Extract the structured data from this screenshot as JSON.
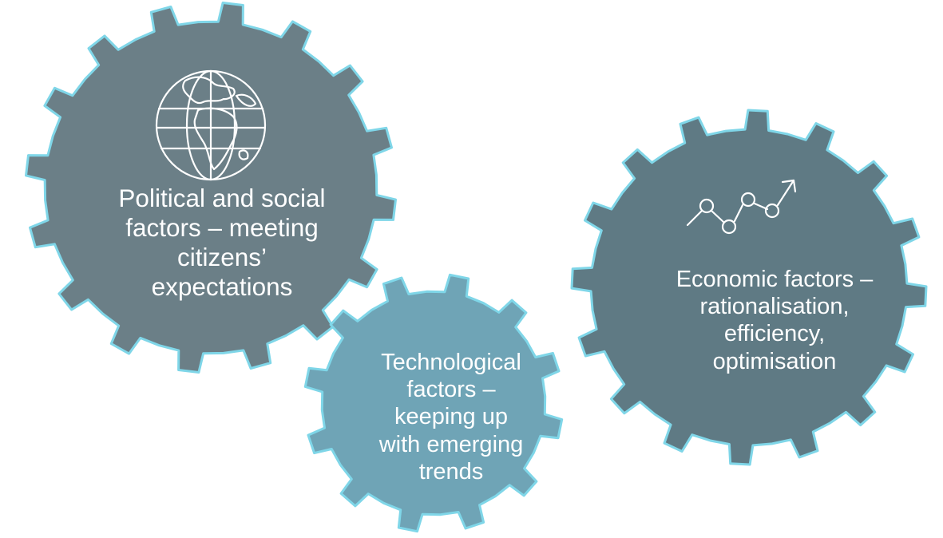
{
  "colors": {
    "gear_dark": "#6b7f87",
    "gear_mid": "#5f7a84",
    "gear_light": "#6fa4b6",
    "gear_outline": "#7fd6e8",
    "text": "#ffffff"
  },
  "gears": [
    {
      "id": "political",
      "icon": "globe-icon",
      "lines": [
        "Political and social",
        "factors – meeting",
        "citizens’",
        "expectations"
      ]
    },
    {
      "id": "technological",
      "icon": "",
      "lines": [
        "Technological",
        "factors –",
        "keeping up",
        "with emerging",
        "trends"
      ]
    },
    {
      "id": "economic",
      "icon": "trend-chart-icon",
      "lines": [
        "Economic factors –",
        "rationalisation,",
        "efficiency,",
        "optimisation"
      ]
    }
  ]
}
